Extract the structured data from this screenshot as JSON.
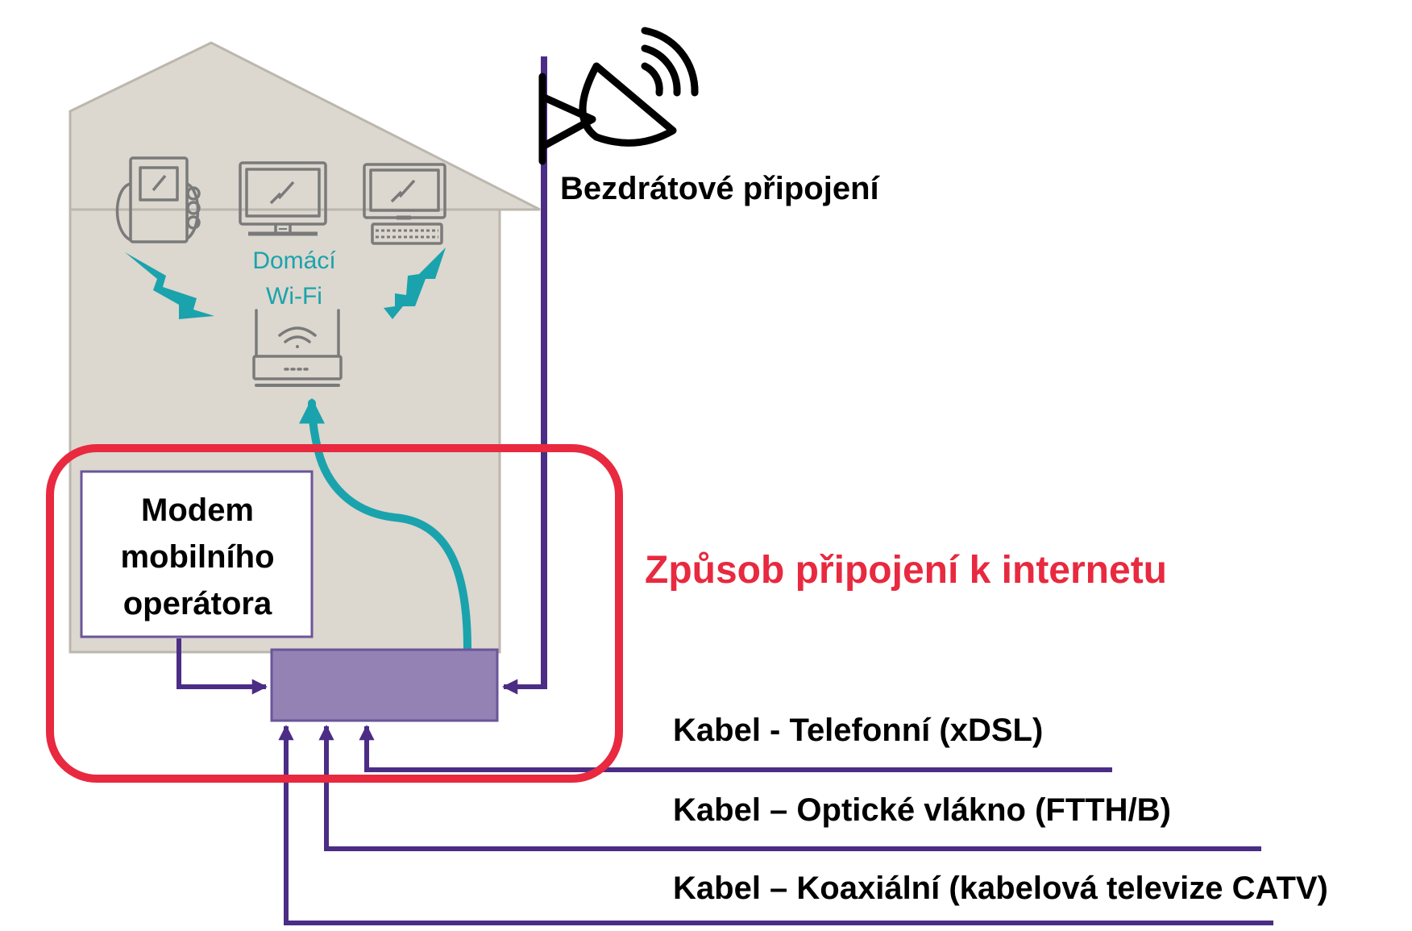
{
  "labels": {
    "wireless": "Bezdrátové připojení",
    "home_wifi": [
      "Domácí",
      "Wi-Fi"
    ],
    "modem": [
      "Modem",
      "mobilního",
      "operátora"
    ],
    "connection_title": "Způsob připojení k internetu",
    "cables": {
      "dsl": "Kabel - Telefonní (xDSL)",
      "fiber": "Kabel – Optické vlákno (FTTH/B)",
      "coax": "Kabel – Koaxiální (kabelová televize CATV)"
    }
  },
  "colors": {
    "house": "#dcd7cf",
    "house_stroke": "#bcb7ae",
    "line": "#4b2d86",
    "wifi": "#1aa3ad",
    "highlight": "#e8293f",
    "device_box": "#9482b5",
    "device_box_stroke": "#6a559a",
    "icon": "#7a7a7a"
  },
  "icons": {
    "satellite": "satellite-dish-icon",
    "phone": "desk-phone-icon",
    "monitor": "monitor-icon",
    "computer": "desktop-computer-icon",
    "router": "wifi-router-icon"
  }
}
